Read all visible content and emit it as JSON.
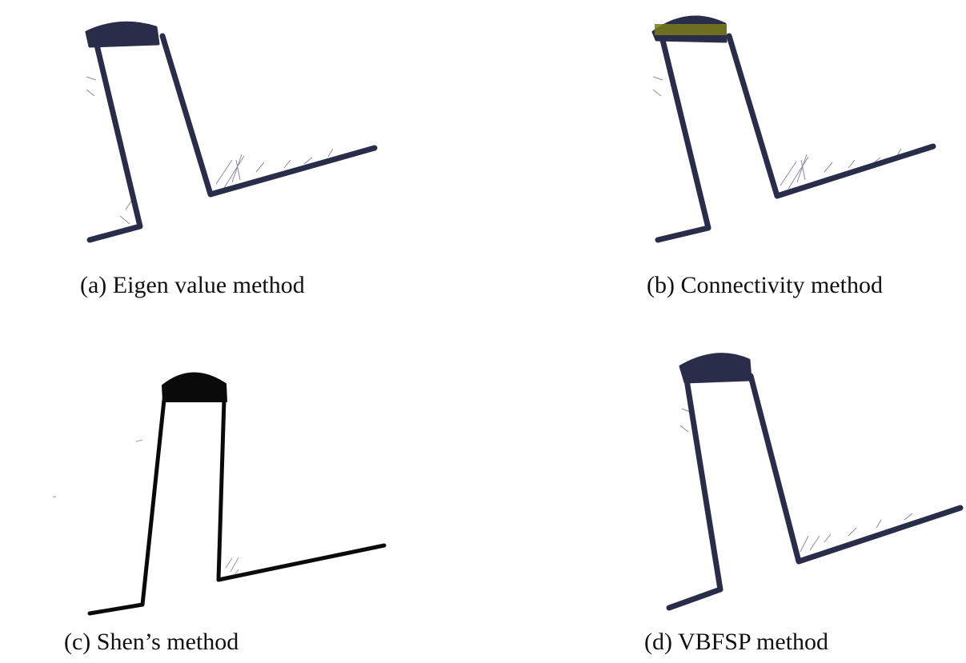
{
  "figure": {
    "panels": [
      {
        "id": "a",
        "caption": "(a)   Eigen value method",
        "color": "#2a2d4a",
        "style": "points",
        "highlight": false
      },
      {
        "id": "b",
        "caption": "(b) Connectivity method",
        "color": "#2a2d4a",
        "style": "points",
        "highlight": true,
        "highlight_color": "#7a7a1a"
      },
      {
        "id": "c",
        "caption": "(c) Shen’s method",
        "color": "#0a0a0a",
        "style": "solid",
        "highlight": false
      },
      {
        "id": "d",
        "caption": "(d) VBFSP method",
        "color": "#2a2d4a",
        "style": "points",
        "highlight": false
      }
    ]
  }
}
